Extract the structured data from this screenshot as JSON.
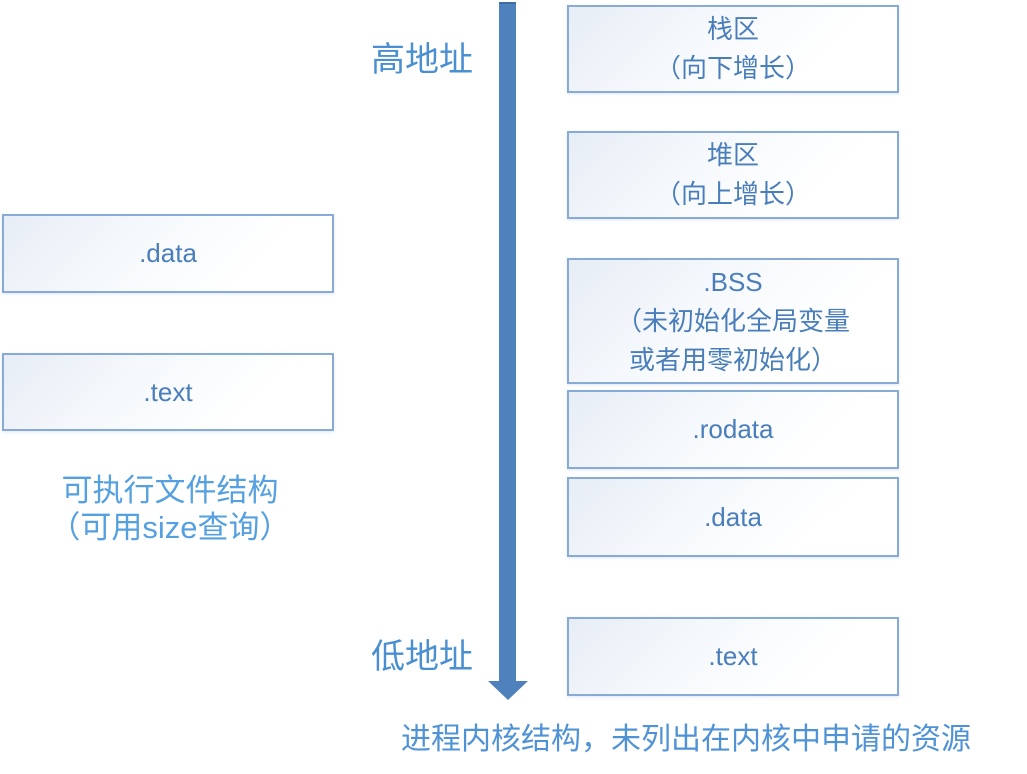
{
  "diagram_title": "process memory layout vs executable file structure",
  "colors": {
    "arrow": "#4f81bd",
    "box_border": "#87abd5",
    "box_fill_start": "#e7edf6",
    "box_fill_end": "#ffffff",
    "box_text": "#4a7ebb",
    "address_label_text": "#4a8fd2",
    "exe_caption_text": "#55a0e0",
    "kernel_caption_text": "#4f93d6"
  },
  "labels": {
    "high_address": "高地址",
    "low_address": "低地址"
  },
  "left_column": {
    "boxes": [
      {
        "label": ".data"
      },
      {
        "label": ".text"
      }
    ],
    "caption": {
      "line1": "可执行文件结构",
      "line2": "（可用size查询）"
    }
  },
  "right_column": {
    "boxes": [
      {
        "line1": "栈区",
        "line2": "（向下增长）"
      },
      {
        "line1": "堆区",
        "line2": "（向上增长）"
      },
      {
        "line1": ".BSS",
        "line2": "（未初始化全局变量",
        "line3": "或者用零初始化）"
      },
      {
        "line1": ".rodata"
      },
      {
        "line1": ".data"
      },
      {
        "line1": ".text"
      }
    ]
  },
  "bottom_caption": "进程内核结构，未列出在内核中申请的资源",
  "arrow": {
    "direction": "down",
    "from": "high_address",
    "to": "low_address"
  }
}
